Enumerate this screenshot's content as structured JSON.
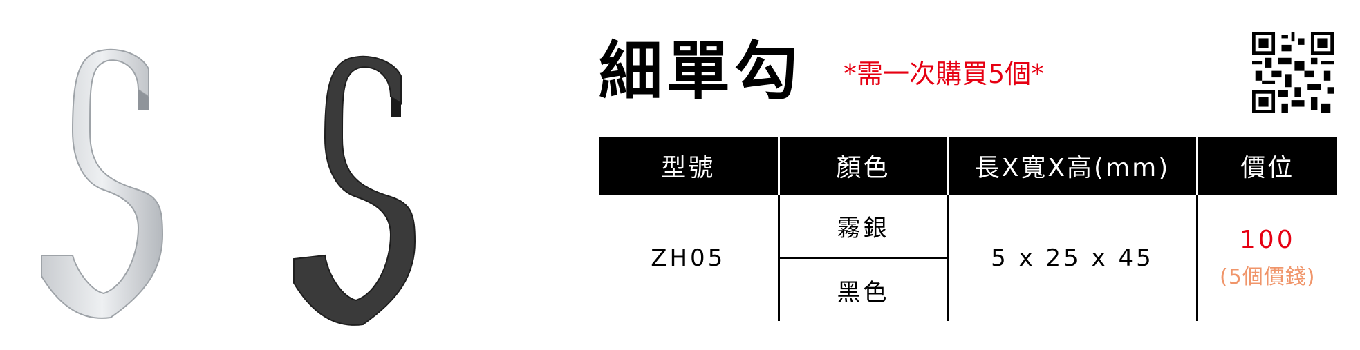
{
  "product": {
    "title": "細單勾",
    "note": "*需一次購買5個*"
  },
  "table": {
    "headers": [
      "型號",
      "顏色",
      "長X寬X高(mm)",
      "價位"
    ],
    "model": "ZH05",
    "colors": [
      "霧銀",
      "黑色"
    ],
    "dimensions": "5 x 25 x 45",
    "price": "100",
    "price_note": "(5個價錢)"
  },
  "colors": {
    "accent_red": "#e60012",
    "note_orange": "#f0956a"
  }
}
